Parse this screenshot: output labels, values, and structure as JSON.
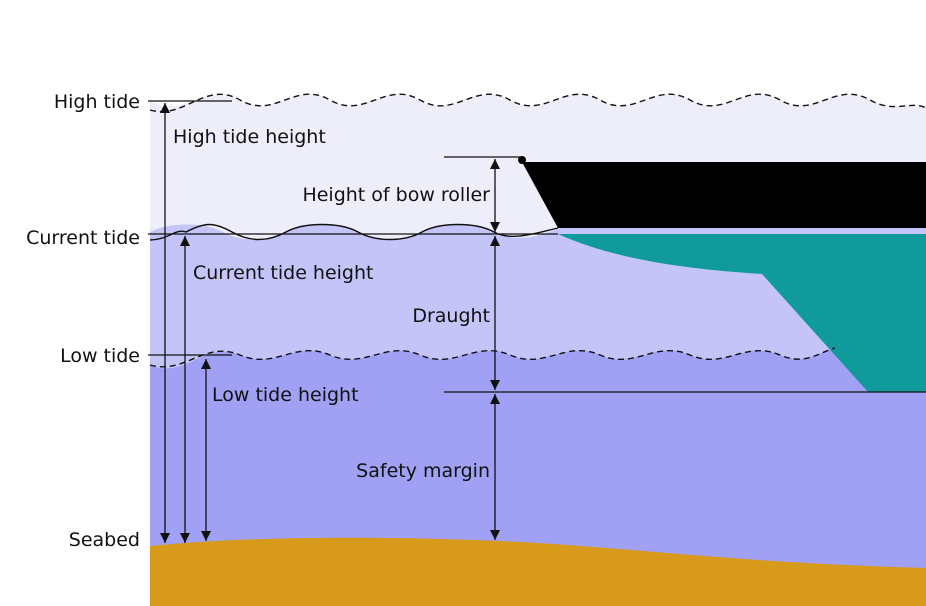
{
  "labels": {
    "high_tide": "High tide",
    "current_tide": "Current tide",
    "low_tide": "Low tide",
    "seabed": "Seabed",
    "high_tide_height": "High tide height",
    "current_tide_height": "Current tide height",
    "low_tide_height": "Low tide height",
    "height_of_bow_roller": "Height of bow roller",
    "draught": "Draught",
    "safety_margin": "Safety margin"
  },
  "colors": {
    "high_band": "#eeeefa",
    "current_band": "#c4c4f8",
    "low_band": "#a0a0f4",
    "seabed": "#d89a1a",
    "hull_top": "#000000",
    "hull_bottom": "#109a9c",
    "line": "#111111"
  }
}
